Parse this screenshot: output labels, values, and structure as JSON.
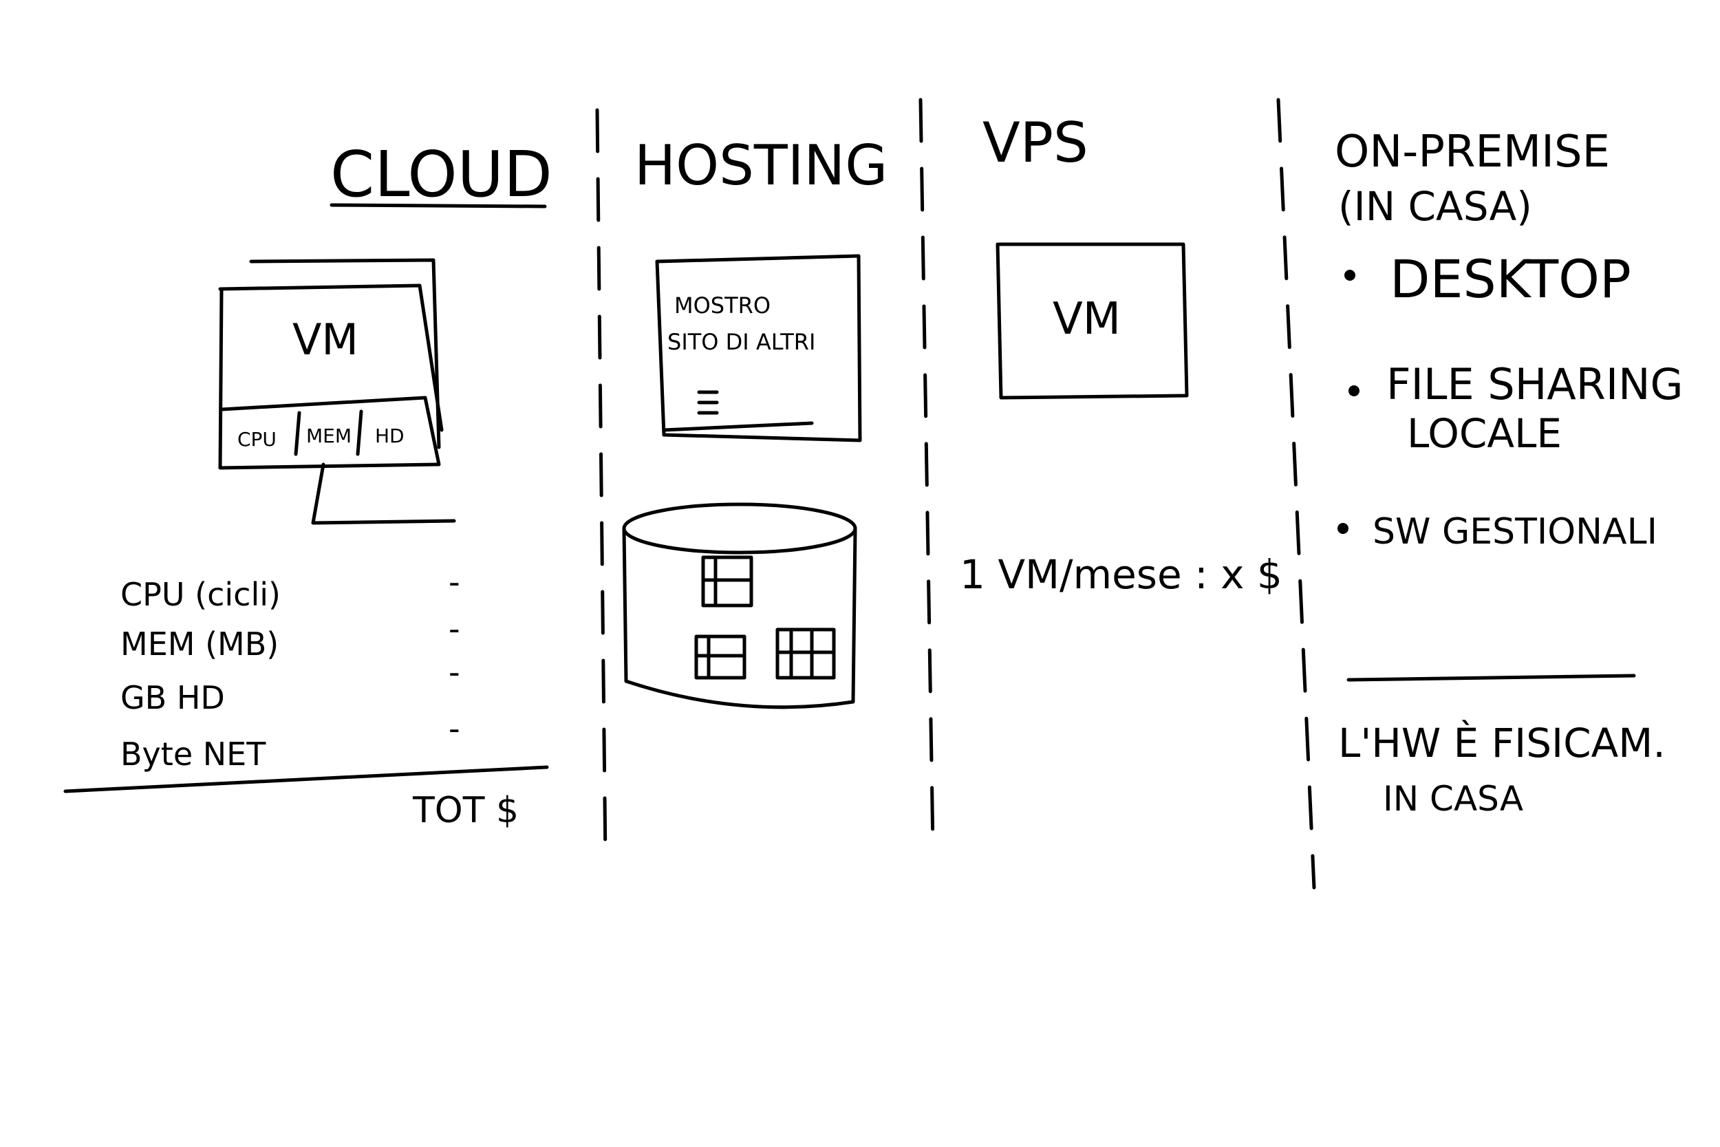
{
  "cloud": {
    "title": "CLOUD",
    "vm_label": "VM",
    "resource_cells": [
      "CPU",
      "MEM",
      "HD"
    ],
    "cost_rows": [
      {
        "label": "CPU (cicli)",
        "value": "-"
      },
      {
        "label": "MEM (MB)",
        "value": "-"
      },
      {
        "label": "GB HD",
        "value": "-"
      },
      {
        "label": "Byte NET",
        "value": "-"
      }
    ],
    "total": "TOT $"
  },
  "hosting": {
    "title": "HOSTING",
    "page_line1": "MOSTRO",
    "page_line2": "SITO DI ALTRI"
  },
  "vps": {
    "title": "VPS",
    "vm_label": "VM",
    "price": "1 VM/mese : x $"
  },
  "on_premise": {
    "title": "ON-PREMISE",
    "subtitle": "(IN CASA)",
    "bullets": [
      "DESKTOP",
      "FILE SHARING",
      "LOCALE",
      "SW GESTIONALI"
    ],
    "note_line1": "L'HW È FISICAM.",
    "note_line2": "IN CASA"
  }
}
